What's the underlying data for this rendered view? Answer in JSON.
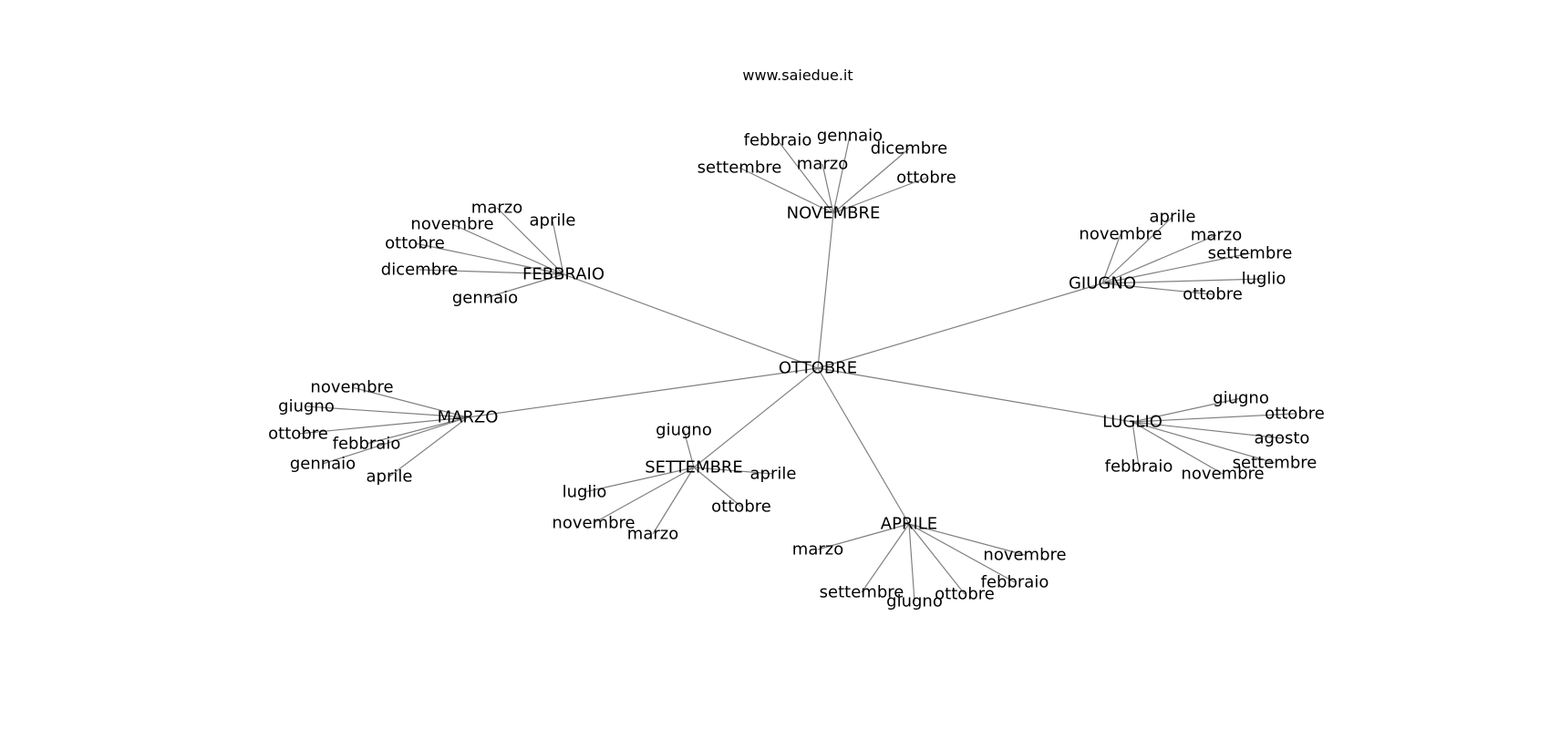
{
  "header": {
    "site": "www.saiedue.it"
  },
  "diagram": {
    "center": "OTTOBRE",
    "hubs": [
      {
        "label": "NOVEMBRE",
        "leaves": [
          "febbraio",
          "gennaio",
          "dicembre",
          "settembre",
          "marzo",
          "ottobre"
        ]
      },
      {
        "label": "FEBBRAIO",
        "leaves": [
          "marzo",
          "aprile",
          "novembre",
          "ottobre",
          "dicembre",
          "gennaio"
        ]
      },
      {
        "label": "GIUGNO",
        "leaves": [
          "aprile",
          "novembre",
          "marzo",
          "settembre",
          "luglio",
          "ottobre"
        ]
      },
      {
        "label": "MARZO",
        "leaves": [
          "novembre",
          "giugno",
          "ottobre",
          "febbraio",
          "gennaio",
          "aprile"
        ]
      },
      {
        "label": "LUGLIO",
        "leaves": [
          "giugno",
          "ottobre",
          "agosto",
          "settembre",
          "febbraio",
          "novembre"
        ]
      },
      {
        "label": "SETTEMBRE",
        "leaves": [
          "giugno",
          "aprile",
          "luglio",
          "ottobre",
          "novembre",
          "marzo"
        ]
      },
      {
        "label": "APRILE",
        "leaves": [
          "marzo",
          "novembre",
          "febbraio",
          "settembre",
          "ottobre",
          "giugno"
        ]
      }
    ]
  }
}
